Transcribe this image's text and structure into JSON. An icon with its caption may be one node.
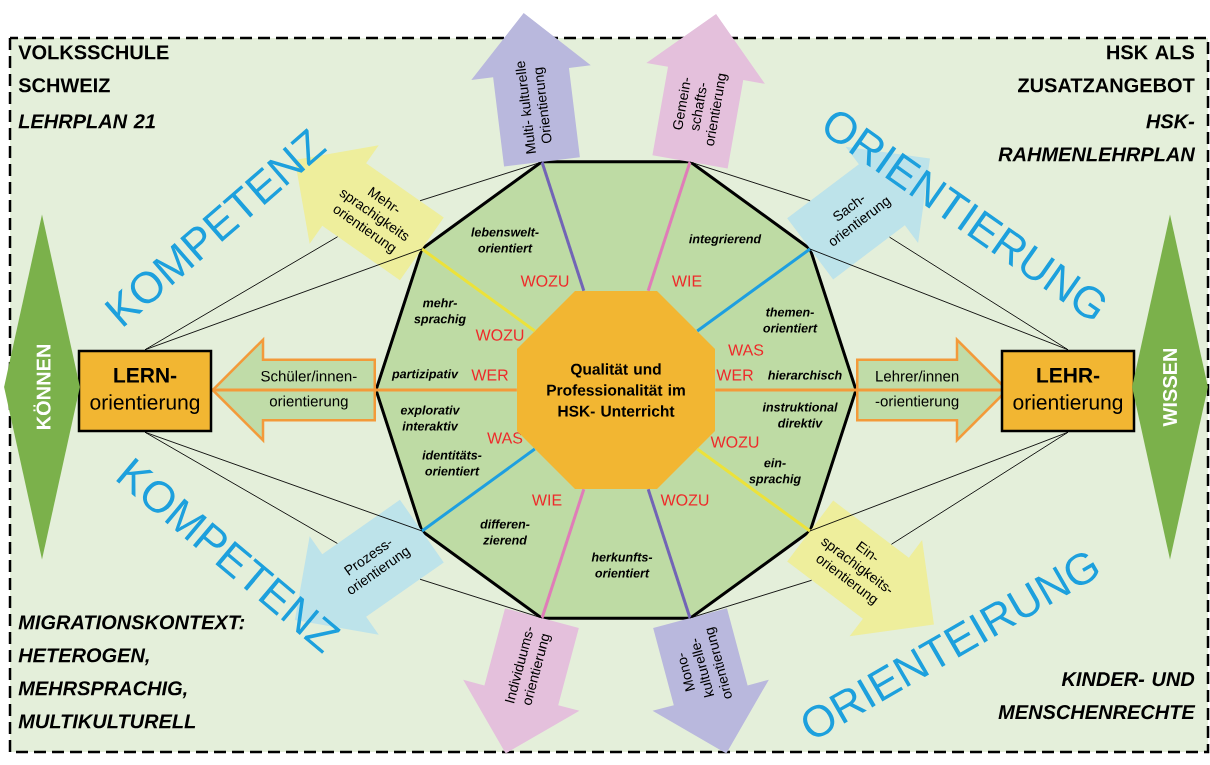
{
  "diagram": {
    "nodes": [
      {
        "text": [
          "lebenswelt- orientiert",
          "integrierend",
          "mehr- sprachig",
          "WOZU",
          "WIE",
          "themen- orientiert",
          "WOZU",
          "WAS",
          "partizipativ",
          "WER",
          "WER",
          "hierarchisch",
          "explorativ interaktiv",
          "instruktional direktiv",
          "WAS",
          "WOZU",
          "identitäts- orientiert",
          "ein- sprachig",
          "WIE",
          "WOZU",
          "differen- zierend",
          "herkunfts- orientiert"
        ]
      },
      {
        "text": [
          "Qualität und Professionalität im HSK- Unterricht"
        ],
        "in": 0
      },
      {
        "text": [
          "Multi- kulturelle Orientierung"
        ]
      },
      {
        "text": [
          "Gemein- schafts- orientierung"
        ]
      },
      {
        "text": [
          "Sach- orientierung"
        ]
      },
      {
        "text": [
          "Mehr- sprachigkeits orientierung"
        ]
      },
      {
        "text": [
          "Schüler/innen- orientierung"
        ]
      },
      {
        "text": [
          "Lehrer/innen -orientierung"
        ]
      },
      {
        "text": [
          "Prozess- orientierung"
        ]
      },
      {
        "text": [
          "Ein- sprachigkeits- orientierung"
        ]
      },
      {
        "text": [
          "Individuums- orientierung"
        ]
      },
      {
        "text": [
          "Mono- kulturelle- orientierung"
        ]
      },
      {
        "text": [
          "LERN-",
          "orientierung"
        ]
      },
      {
        "text": [
          "LEHR-",
          "orientierung"
        ]
      },
      {
        "text": [
          "KÖNNEN"
        ]
      },
      {
        "text": [
          "WISSEN"
        ]
      }
    ],
    "edges": [
      {
        "from": 1,
        "to": 2,
        "arrow": "none",
        "style": "thick",
        "color": "#7264b6"
      },
      {
        "from": 1,
        "to": 3,
        "arrow": "none",
        "style": "thick",
        "color": "#e07cb8"
      },
      {
        "from": 1,
        "to": 4,
        "arrow": "none",
        "style": "thick",
        "color": "#1e9fe0"
      },
      {
        "from": 1,
        "to": 5,
        "arrow": "none",
        "style": "thick",
        "color": "#ece23a"
      },
      {
        "from": 1,
        "to": 6,
        "arrow": "none",
        "style": "thick",
        "color": "#f39a3a"
      },
      {
        "from": 1,
        "to": 7,
        "arrow": "none",
        "style": "thick",
        "color": "#f39a3a"
      },
      {
        "from": 1,
        "to": 8,
        "arrow": "none",
        "style": "thick",
        "color": "#1e9fe0"
      },
      {
        "from": 1,
        "to": 9,
        "arrow": "none",
        "style": "thick",
        "color": "#ece23a"
      },
      {
        "from": 1,
        "to": 10,
        "arrow": "none",
        "style": "thick",
        "color": "#e07cb8"
      },
      {
        "from": 1,
        "to": 11,
        "arrow": "none",
        "style": "thick",
        "color": "#7264b6"
      },
      {
        "from": 12,
        "to": 5,
        "arrow": "none",
        "color": "#000000"
      },
      {
        "from": 12,
        "to": 5,
        "arrow": "none",
        "color": "#000000"
      },
      {
        "from": 5,
        "to": 2,
        "arrow": "none",
        "color": "#000000"
      },
      {
        "from": 13,
        "to": 4,
        "arrow": "none",
        "color": "#000000"
      },
      {
        "from": 13,
        "to": 4,
        "arrow": "none",
        "color": "#000000"
      },
      {
        "from": 4,
        "to": 3,
        "arrow": "none",
        "color": "#000000"
      },
      {
        "from": 12,
        "to": 8,
        "arrow": "none",
        "color": "#000000"
      },
      {
        "from": 12,
        "to": 8,
        "arrow": "none",
        "color": "#000000"
      },
      {
        "from": 8,
        "to": 10,
        "arrow": "none",
        "color": "#000000"
      },
      {
        "from": 13,
        "to": 9,
        "arrow": "none",
        "color": "#000000"
      },
      {
        "from": 13,
        "to": 9,
        "arrow": "none",
        "color": "#000000"
      },
      {
        "from": 9,
        "to": 11,
        "arrow": "none",
        "color": "#000000"
      }
    ],
    "labels": [
      "VOLKSSCHULE SCHWEIZ",
      "LEHRPLAN 21",
      "HSK ALS ZUSATZANGEBOT",
      "HSK- RAHMENLEHRPLAN",
      "KOMPETENZ",
      "ORIENTIERUNG",
      "KOMPETENZ",
      "ORIENTEIRUNG",
      "MIGRATIONSKONTEXT: HETEROGEN, MEHRSPRACHIG, MULTIKULTURELL",
      "KINDER- UND MENSCHENRECHTE"
    ]
  }
}
